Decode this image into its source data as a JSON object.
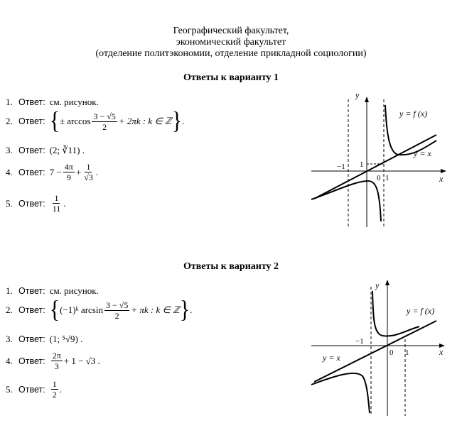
{
  "header": {
    "line1": "Географический факультет,",
    "line2": "экономический факультет",
    "line3": "(отделение политэкономии, отделение прикладной социологии)"
  },
  "variant1": {
    "title": "Ответы к варианту 1",
    "items": [
      {
        "num": "1.",
        "label": "Ответ:",
        "text": "см. рисунок."
      },
      {
        "num": "2.",
        "label": "Ответ:",
        "pm": "±",
        "fn": "arccos",
        "frac_num": "3 − √5",
        "frac_den": "2",
        "tail": "+ 2πk : k ∈ ℤ",
        "lbrace": "{",
        "rbrace": "}",
        "period": "."
      },
      {
        "num": "3.",
        "label": "Ответ:",
        "text": "(2; ∛11) ."
      },
      {
        "num": "4.",
        "label": "Ответ:",
        "pre": "7 −",
        "f1_num": "4π",
        "f1_den": "9",
        "mid": "+",
        "f2_num": "1",
        "f2_den": "√3",
        "period": "."
      },
      {
        "num": "5.",
        "label": "Ответ:",
        "f_num": "1",
        "f_den": "11",
        "period": "."
      }
    ],
    "graph": {
      "y_axis": "y",
      "x_axis": "x",
      "f_label": "y = f (x)",
      "line_label": "y = x",
      "tick_neg1": "−1",
      "tick_1": "1",
      "tick_0": "0",
      "tick_x1": "1"
    }
  },
  "variant2": {
    "title": "Ответы к варианту 2",
    "items": [
      {
        "num": "1.",
        "label": "Ответ:",
        "text": "см. рисунок."
      },
      {
        "num": "2.",
        "label": "Ответ:",
        "pre": "(−1)ᵏ arcsin",
        "frac_num": "3 − √5",
        "frac_den": "2",
        "tail": "+ πk : k ∈ ℤ",
        "lbrace": "{",
        "rbrace": "}",
        "period": "."
      },
      {
        "num": "3.",
        "label": "Ответ:",
        "text": "(1; ⁵√9) ."
      },
      {
        "num": "4.",
        "label": "Ответ:",
        "f_num": "2π",
        "f_den": "3",
        "tail": "+ 1 − √3 ."
      },
      {
        "num": "5.",
        "label": "Ответ:",
        "f_num": "1",
        "f_den": "2",
        "period": "."
      }
    ],
    "graph": {
      "y_axis": "y",
      "x_axis": "x",
      "f_label": "y = f (x)",
      "line_label": "y = x",
      "tick_neg1": "−1",
      "tick_0": "0",
      "tick_x1": "1"
    }
  }
}
